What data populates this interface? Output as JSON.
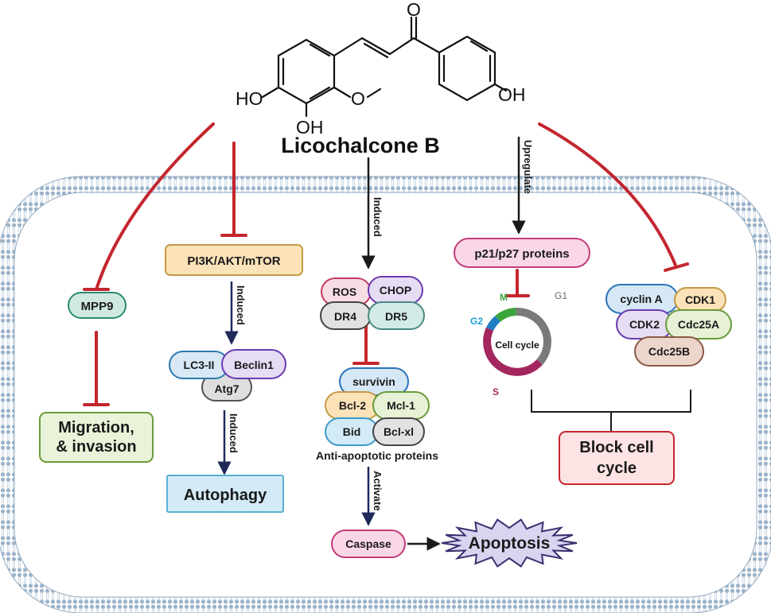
{
  "compound": {
    "name": "Licochalcone B",
    "structure_labels": {
      "ketone_o": "O",
      "ho_left": "HO",
      "oh_bottom": "OH",
      "methoxy": "O",
      "oh_right": "OH"
    }
  },
  "pathways": {
    "migration": {
      "target": "MPP9",
      "outcome": "Migration,\n& invasion"
    },
    "autophagy": {
      "target": "PI3K/AKT/mTOR",
      "arrow1_label": "Induced",
      "proteins": [
        "LC3-II",
        "Beclin1",
        "Atg7"
      ],
      "arrow2_label": "Induced",
      "outcome": "Autophagy"
    },
    "apoptosis": {
      "arrow1_label": "Induced",
      "inducers": [
        "ROS",
        "CHOP",
        "DR4",
        "DR5"
      ],
      "anti_apoptotic": [
        "survivin",
        "Bcl-2",
        "Mcl-1",
        "Bid",
        "Bcl-xl"
      ],
      "anti_apoptotic_caption": "Anti-apoptotic proteins",
      "arrow2_label": "Activate",
      "caspase": "Caspase",
      "outcome": "Apoptosis"
    },
    "cell_cycle": {
      "arrow_label": "Upregulate",
      "regulators": "p21/p27 proteins",
      "wheel_label": "Cell cycle",
      "phases": [
        "M",
        "G1",
        "G2",
        "S"
      ],
      "complex": [
        "cyclin A",
        "CDK1",
        "CDK2",
        "Cdc25A",
        "Cdc25B"
      ],
      "outcome": "Block cell\ncycle"
    }
  },
  "colors": {
    "inhibit": "#c4262e",
    "arrow": "#1a1a1a",
    "arrow_navy": "#1f2a5a",
    "membrane": "#a9bdd0",
    "phase_M": "#3aa53a",
    "phase_G1": "#7a7a7a",
    "phase_G2": "#1f7fc4",
    "phase_S": "#a3275e"
  }
}
